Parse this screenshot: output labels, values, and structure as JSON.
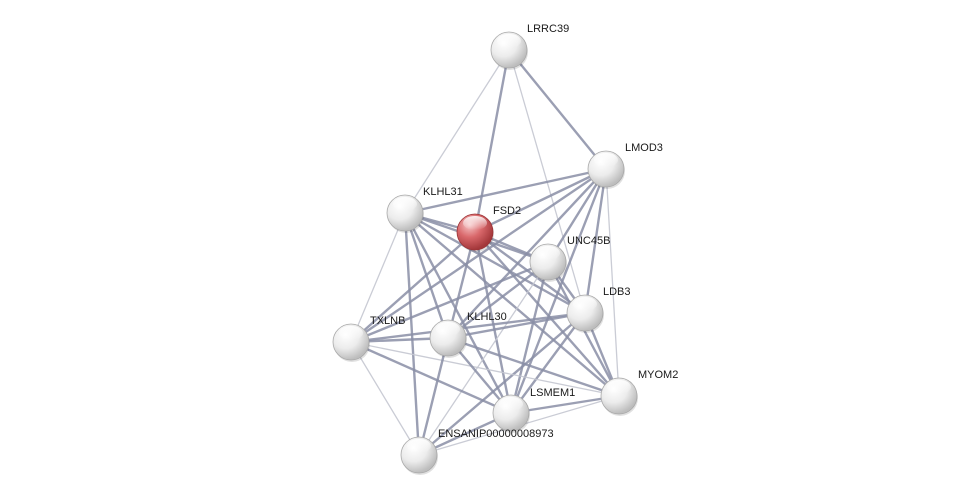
{
  "colors": {
    "background": "#ffffff",
    "node_default": "#e9e9e9",
    "node_highlight": "#d9686b",
    "edge_strong": "#8a8ea6",
    "edge_weak": "#c4c6d0",
    "label": "#1a1a1a"
  },
  "network": {
    "nodes": [
      {
        "id": "LRRC39",
        "label": "LRRC39",
        "highlight": false
      },
      {
        "id": "LMOD3",
        "label": "LMOD3",
        "highlight": false
      },
      {
        "id": "KLHL31",
        "label": "KLHL31",
        "highlight": false
      },
      {
        "id": "FSD2",
        "label": "FSD2",
        "highlight": true
      },
      {
        "id": "UNC45B",
        "label": "UNC45B",
        "highlight": false
      },
      {
        "id": "LDB3",
        "label": "LDB3",
        "highlight": false
      },
      {
        "id": "TXLNB",
        "label": "TXLNB",
        "highlight": false
      },
      {
        "id": "KLHL30",
        "label": "KLHL30",
        "highlight": false
      },
      {
        "id": "MYOM2",
        "label": "MYOM2",
        "highlight": false
      },
      {
        "id": "LSMEM1",
        "label": "LSMEM1",
        "highlight": false
      },
      {
        "id": "ENSANIP00000008973",
        "label": "ENSANIP00000008973",
        "highlight": false
      }
    ],
    "edges": [
      {
        "source": "LRRC39",
        "target": "FSD2",
        "strength": "strong"
      },
      {
        "source": "LRRC39",
        "target": "LMOD3",
        "strength": "strong"
      },
      {
        "source": "LRRC39",
        "target": "KLHL31",
        "strength": "weak"
      },
      {
        "source": "LRRC39",
        "target": "LDB3",
        "strength": "weak"
      },
      {
        "source": "LMOD3",
        "target": "KLHL31",
        "strength": "strong"
      },
      {
        "source": "LMOD3",
        "target": "FSD2",
        "strength": "strong"
      },
      {
        "source": "LMOD3",
        "target": "UNC45B",
        "strength": "strong"
      },
      {
        "source": "LMOD3",
        "target": "LDB3",
        "strength": "strong"
      },
      {
        "source": "LMOD3",
        "target": "KLHL30",
        "strength": "strong"
      },
      {
        "source": "LMOD3",
        "target": "LSMEM1",
        "strength": "strong"
      },
      {
        "source": "LMOD3",
        "target": "MYOM2",
        "strength": "weak"
      },
      {
        "source": "LMOD3",
        "target": "TXLNB",
        "strength": "strong"
      },
      {
        "source": "KLHL31",
        "target": "FSD2",
        "strength": "strong"
      },
      {
        "source": "KLHL31",
        "target": "UNC45B",
        "strength": "strong"
      },
      {
        "source": "KLHL31",
        "target": "LDB3",
        "strength": "strong"
      },
      {
        "source": "KLHL31",
        "target": "TXLNB",
        "strength": "weak"
      },
      {
        "source": "KLHL31",
        "target": "KLHL30",
        "strength": "strong"
      },
      {
        "source": "KLHL31",
        "target": "ENSANIP00000008973",
        "strength": "strong"
      },
      {
        "source": "KLHL31",
        "target": "MYOM2",
        "strength": "strong"
      },
      {
        "source": "KLHL31",
        "target": "LSMEM1",
        "strength": "strong"
      },
      {
        "source": "FSD2",
        "target": "TXLNB",
        "strength": "strong"
      },
      {
        "source": "FSD2",
        "target": "KLHL30",
        "strength": "strong"
      },
      {
        "source": "FSD2",
        "target": "UNC45B",
        "strength": "strong"
      },
      {
        "source": "FSD2",
        "target": "LDB3",
        "strength": "strong"
      },
      {
        "source": "FSD2",
        "target": "MYOM2",
        "strength": "strong"
      },
      {
        "source": "FSD2",
        "target": "LSMEM1",
        "strength": "strong"
      },
      {
        "source": "UNC45B",
        "target": "LDB3",
        "strength": "strong"
      },
      {
        "source": "UNC45B",
        "target": "KLHL30",
        "strength": "strong"
      },
      {
        "source": "UNC45B",
        "target": "TXLNB",
        "strength": "strong"
      },
      {
        "source": "UNC45B",
        "target": "LSMEM1",
        "strength": "strong"
      },
      {
        "source": "UNC45B",
        "target": "MYOM2",
        "strength": "strong"
      },
      {
        "source": "UNC45B",
        "target": "ENSANIP00000008973",
        "strength": "weak"
      },
      {
        "source": "LDB3",
        "target": "KLHL30",
        "strength": "strong"
      },
      {
        "source": "LDB3",
        "target": "TXLNB",
        "strength": "strong"
      },
      {
        "source": "LDB3",
        "target": "MYOM2",
        "strength": "strong"
      },
      {
        "source": "LDB3",
        "target": "LSMEM1",
        "strength": "strong"
      },
      {
        "source": "LDB3",
        "target": "ENSANIP00000008973",
        "strength": "strong"
      },
      {
        "source": "TXLNB",
        "target": "KLHL30",
        "strength": "strong"
      },
      {
        "source": "TXLNB",
        "target": "LSMEM1",
        "strength": "strong"
      },
      {
        "source": "TXLNB",
        "target": "ENSANIP00000008973",
        "strength": "weak"
      },
      {
        "source": "TXLNB",
        "target": "MYOM2",
        "strength": "weak"
      },
      {
        "source": "KLHL30",
        "target": "LSMEM1",
        "strength": "strong"
      },
      {
        "source": "KLHL30",
        "target": "ENSANIP00000008973",
        "strength": "strong"
      },
      {
        "source": "KLHL30",
        "target": "MYOM2",
        "strength": "strong"
      },
      {
        "source": "LSMEM1",
        "target": "ENSANIP00000008973",
        "strength": "strong"
      },
      {
        "source": "LSMEM1",
        "target": "MYOM2",
        "strength": "strong"
      },
      {
        "source": "MYOM2",
        "target": "ENSANIP00000008973",
        "strength": "weak"
      }
    ]
  }
}
